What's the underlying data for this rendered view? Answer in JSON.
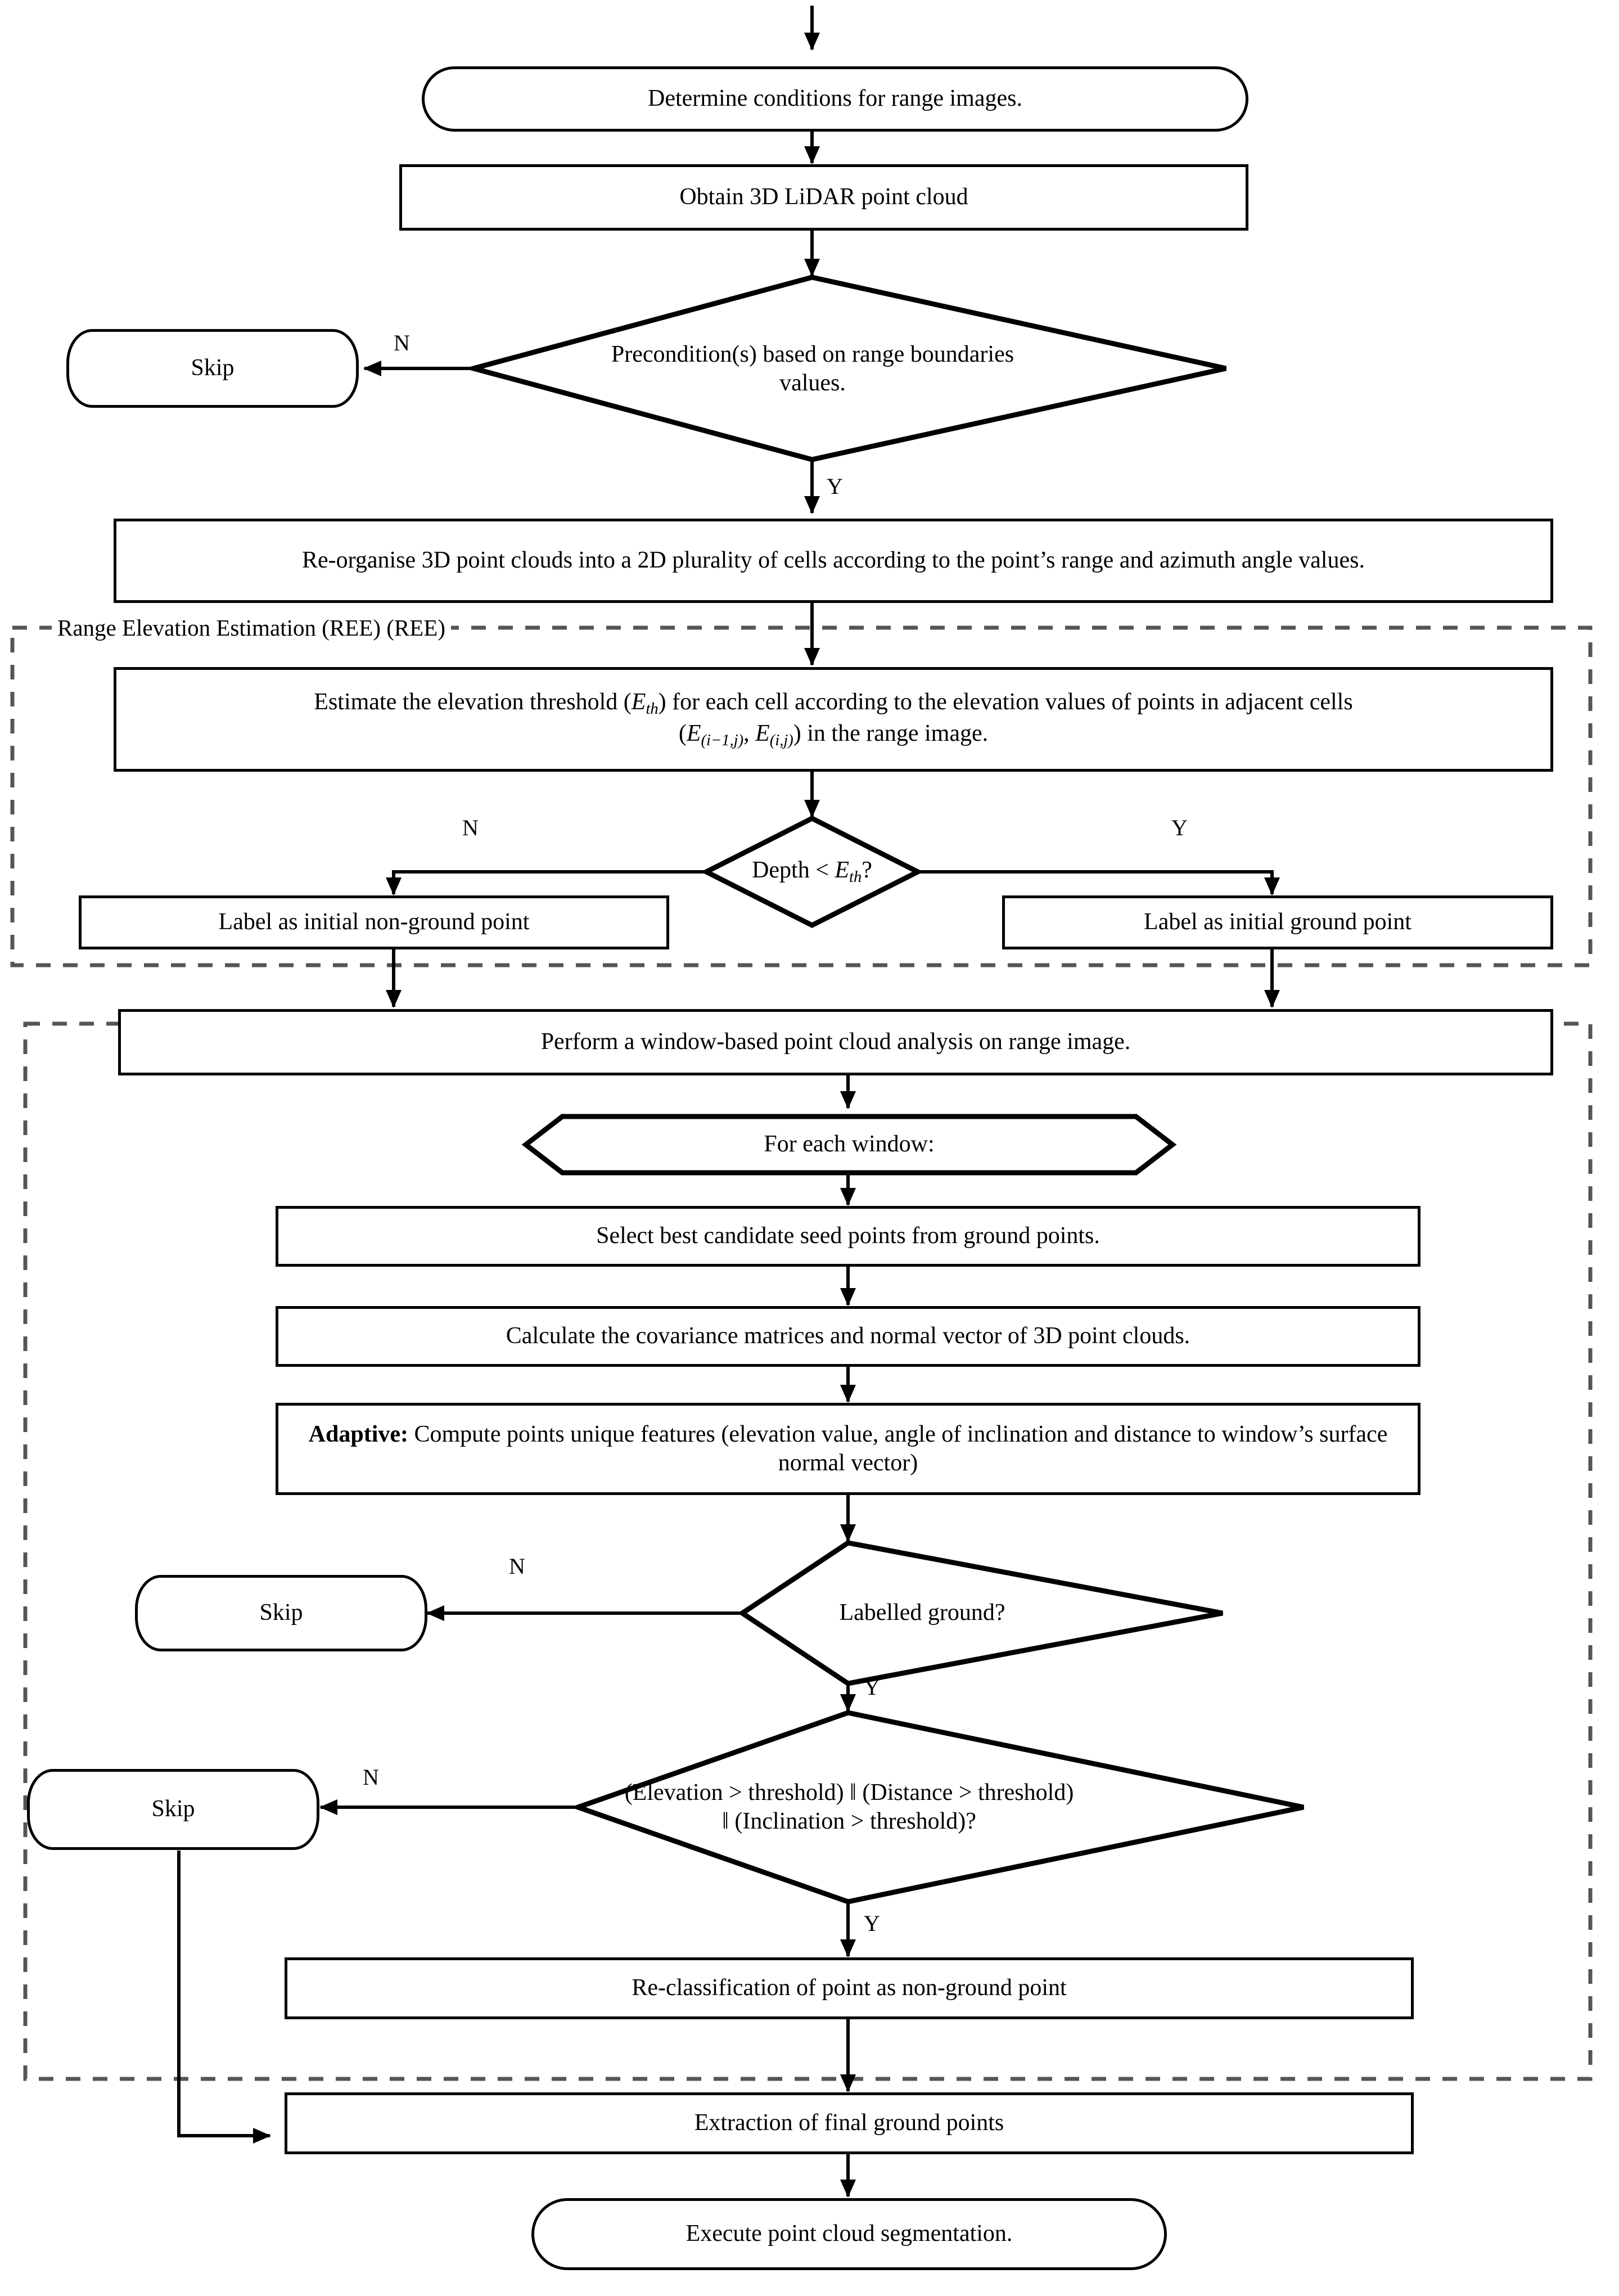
{
  "diagram": {
    "title": "Ground segmentation flowchart",
    "groups": [
      {
        "id": "ree",
        "label": "Range Elevation Estimation (REE) (REE)"
      },
      {
        "id": "window",
        "label": ""
      }
    ],
    "nodes": [
      {
        "id": "start",
        "type": "terminator",
        "text": "Determine conditions for range images."
      },
      {
        "id": "obtain",
        "type": "process",
        "text": "Obtain 3D LiDAR point cloud"
      },
      {
        "id": "precond",
        "type": "decision",
        "text": "Precondition(s) based on range boundaries values."
      },
      {
        "id": "skip1",
        "type": "skip",
        "text": "Skip"
      },
      {
        "id": "reorganise",
        "type": "process",
        "text": "Re-organise 3D point clouds into a 2D plurality of cells according to the point’s range and azimuth angle values."
      },
      {
        "id": "estimate",
        "type": "process",
        "text_line1_a": "Estimate the elevation threshold (",
        "text_line1_var": "E",
        "text_line1_sub": "th",
        "text_line1_b": ") for each cell according to the elevation values of points in adjacent cells",
        "text_line2_a": "(",
        "text_line2_v1": "E",
        "text_line2_s1": "(i−1,j)",
        "text_line2_mid": ", ",
        "text_line2_v2": "E",
        "text_line2_s2": "(i,j)",
        "text_line2_b": ") in the range image."
      },
      {
        "id": "depth",
        "type": "decision",
        "text_a": "Depth < ",
        "text_var": "E",
        "text_sub": "th",
        "text_b": "?"
      },
      {
        "id": "nonground",
        "type": "process",
        "text": "Label as initial non-ground point"
      },
      {
        "id": "ground",
        "type": "process",
        "text": "Label as initial ground point"
      },
      {
        "id": "perform",
        "type": "process",
        "text": "Perform a window-based point cloud analysis on range image."
      },
      {
        "id": "foreach",
        "type": "hexagon",
        "text": "For each window:"
      },
      {
        "id": "seed",
        "type": "process",
        "text": "Select best candidate seed points from ground points."
      },
      {
        "id": "covariance",
        "type": "process",
        "text": "Calculate the covariance matrices and normal vector of 3D point clouds."
      },
      {
        "id": "adaptive",
        "type": "process",
        "bold_prefix": "Adaptive:",
        "text": " Compute points unique features (elevation value, angle of inclination and distance to window’s surface normal vector)"
      },
      {
        "id": "labelled",
        "type": "decision",
        "text": "Labelled ground?"
      },
      {
        "id": "skip2",
        "type": "skip",
        "text": "Skip"
      },
      {
        "id": "thresholds",
        "type": "decision",
        "text": "(Elevation > threshold) ‖ (Distance > threshold) ‖ (Inclination > threshold)?"
      },
      {
        "id": "skip3",
        "type": "skip",
        "text": "Skip"
      },
      {
        "id": "reclass",
        "type": "process",
        "text": "Re-classification of point as non-ground point"
      },
      {
        "id": "extraction",
        "type": "process",
        "text": "Extraction of final ground points"
      },
      {
        "id": "execute",
        "type": "terminator",
        "text": "Execute point cloud segmentation."
      }
    ],
    "edge_labels": {
      "precond_no": "N",
      "precond_yes": "Y",
      "depth_no": "N",
      "depth_yes": "Y",
      "labelled_no": "N",
      "labelled_yes": "Y",
      "thresholds_no": "N",
      "thresholds_yes": "Y"
    },
    "colors": {
      "stroke": "#000000",
      "background": "#ffffff",
      "group_dash": "#666666"
    }
  }
}
